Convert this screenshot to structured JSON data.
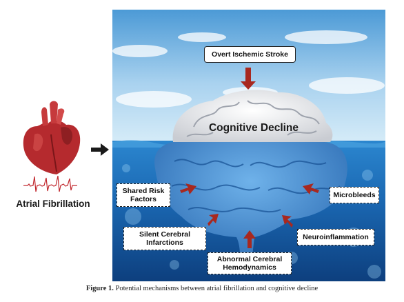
{
  "left": {
    "label": "Atrial Fibrillation"
  },
  "diagram": {
    "top_box": "Overt Ischemic Stroke",
    "center": "Cognitive Decline",
    "boxes": {
      "shared_risk": "Shared Risk Factors",
      "microbleeds": "Microbleeds",
      "silent_infarctions": "Silent Cerebral Infarctions",
      "neuroinflammation": "Neuroinflammation",
      "hemodynamics": "Abnormal Cerebral Hemodynamics"
    },
    "colors": {
      "arrow": "#a8281f",
      "water": "#1e6fb8",
      "sky": "#9cc9ea",
      "heart": "#b52a2e"
    }
  },
  "caption": {
    "label": "Figure 1.",
    "text": " Potential mechanisms between atrial fibrillation and cognitive decline"
  }
}
